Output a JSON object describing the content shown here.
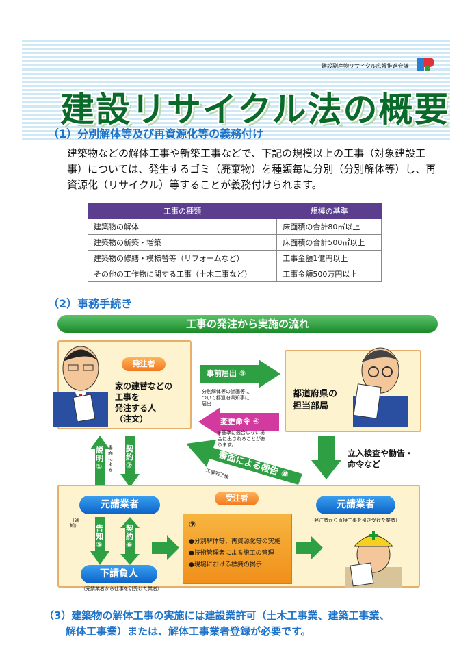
{
  "header": {
    "org": "建設副産物リサイクル広報推進会議",
    "title": "建設リサイクル法の概要"
  },
  "section1": {
    "heading": "（1）分別解体等及び再資源化等の義務付け",
    "body": "建築物などの解体工事や新築工事などで、下記の規模以上の工事（対象建設工事）については、発生するゴミ（廃棄物）を種類毎に分別（分別解体等）し、再資源化（リサイクル）等することが義務付けられます。",
    "table": {
      "headers": [
        "工事の種類",
        "規模の基準"
      ],
      "rows": [
        [
          "建築物の解体",
          "床面積の合計80㎡以上"
        ],
        [
          "建築物の新築・増築",
          "床面積の合計500㎡以上"
        ],
        [
          "建築物の修繕・模様替等（リフォームなど）",
          "工事金額1億円以上"
        ],
        [
          "その他の工作物に関する工事（土木工事など）",
          "工事金額500万円以上"
        ]
      ]
    }
  },
  "section2": {
    "heading": "（2）事務手続き",
    "flow_title": "工事の発注から実施の流れ",
    "orderer_tag": "発注者",
    "orderer_desc": [
      "家の建替などの",
      "工事を",
      "発注する人",
      "（注文）"
    ],
    "authority_desc": [
      "都道府県の",
      "担当部局"
    ],
    "arrow3_label": "事前届出 ③",
    "arrow3_note": [
      "分別解体等の計画等に",
      "ついて都道府県知事に",
      "届出"
    ],
    "arrow4_label": "変更命令 ④",
    "arrow4_note": [
      "※基準に適合しない場",
      "合に出されることがあ",
      "ります。"
    ],
    "inspection": [
      "立入検査や勧告・",
      "命令など"
    ],
    "arrow8_label": "書面による報告 ⑧",
    "arrow8_note": "工事完了後",
    "arrow1_label": "説明 ①",
    "arrow1_note": "書面による",
    "arrow2_label": "契約 ②",
    "contractor_tag": "受注者",
    "prime": "元請業者",
    "prime_right": "元請業者",
    "prime_right_note": "（発注者から直接工事を引き受けた業者）",
    "notice_note": "（通知）",
    "arrow5_label": "告知 ⑤",
    "arrow6_label": "契約 ⑥",
    "sub": "下請負人",
    "sub_note": "（元請業者から仕事を引受けた業者）",
    "step7_num": "⑦",
    "step7_items": [
      "●分別解体等、再資源化等の実施",
      "●技術管理者による施工の管理",
      "●現場における標識の掲示"
    ]
  },
  "section3": {
    "lines": [
      "（3）建築物の解体工事の実施には建設業許可（土木工事業、建築工事業、",
      "解体工事業）または、解体工事業者登録が必要です。"
    ]
  },
  "colors": {
    "green": "#1a8a2a",
    "blue": "#1e73c8",
    "purple": "#5b3f8e",
    "orange": "#f07a20"
  }
}
